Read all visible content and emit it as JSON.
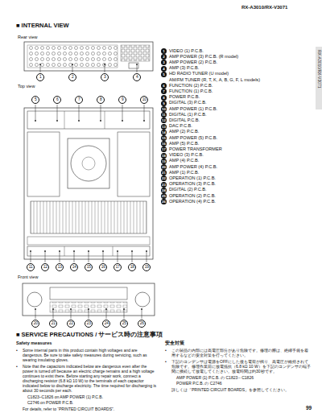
{
  "diagram": {
    "labels": [
      "RX-A3010/RX-V3071",
      "RX-A3010/RX-V3071",
      "■ INTERNAL VIEW",
      "Rear view",
      "Top view",
      "Front view",
      "1",
      "2",
      "3",
      "4",
      "5",
      "6",
      "7",
      "8",
      "9",
      "10",
      "11",
      "12",
      "13",
      "14",
      "15",
      "16",
      "17",
      "18",
      "19",
      "20",
      "21",
      "22",
      "23",
      "24",
      "25",
      "26",
      "1",
      "VIDEO (1) P.C.B.",
      "2",
      "AMP POWER (3) P.C.B. (R model)",
      "3",
      "AMP POWER (2) P.C.B.",
      "4",
      "AMP (3) P.C.B.",
      "5",
      "HD RADIO TUNER (U model)",
      "AM/FM TUNER (R, T, K, A, B, G, F, L models)",
      "6",
      "FUNCTION (2) P.C.B.",
      "7",
      "FUNCTION (1) P.C.B.",
      "8",
      "POWER P.C.B.",
      "9",
      "DIGITAL (3) P.C.B.",
      "10",
      "AMP POWER (1) P.C.B.",
      "11",
      "DIGITAL (1) P.C.B.",
      "12",
      "DIGITAL P.C.B.",
      "13",
      "DAC P.C.B.",
      "14",
      "AMP (2) P.C.B.",
      "15",
      "AMP POWER (5) P.C.B.",
      "16",
      "AMP (5) P.C.B.",
      "17",
      "POWER TRANSFORMER",
      "18",
      "VIDEO (3) P.C.B.",
      "19",
      "AMP (4) P.C.B.",
      "20",
      "AMP POWER (4) P.C.B.",
      "21",
      "AMP (1) P.C.B.",
      "22",
      "OPERATION (1) P.C.B.",
      "23",
      "OPERATION (3) P.C.B.",
      "24",
      "DIGITAL (2) P.C.B.",
      "25",
      "OPERATION (2) P.C.B.",
      "26",
      "OPERATION (4) P.C.B.",
      "■ SERVICE PRECAUTIONS / サービス時の注意事項",
      "Safety measures",
      "安全対策",
      "•",
      "Some internal parts in this product contain high voltages and are dangerous. Be sure to take safety measures during servicing, such as wearing insulating gloves.",
      "•",
      "Note that the capacitors indicated below are dangerous even after the power is turned off because an electric charge remains and a high voltage continues to exist there. Before starting any repair work, connect a discharging resistor (6.8 kΩ 10 W) to the terminals of each capacitor indicated below to discharge electricity. The time required for discharging is about 30 seconds per each.",
      "C1823–C1826 on AMP POWER (1) P.C.B.",
      "C2746 on POWER P.C.B.",
      "For details, refer to “PRINTED CIRCUIT BOARDS”.",
      "•",
      "この製品の内部には高電圧部分があり危険です。修理の際は、絶縁手袋を着用するなどの安全対策を行ってください。",
      "•",
      "下記のコンデンサは電源をOFFにした後も電荷が残り、高電圧が維持されて危険です。修理作業前に放電抵抗（6.8 kΩ 10 W）を下記のコンデンサの端子間に接続して放電してください。放電時間は約30秒です。",
      "AMP POWER (1) P.C.B. の C1823～C1826",
      "POWER P.C.B. の C2746",
      "詳しくは「PRINTED CIRCUIT BOARDS」を参照してください。",
      "99"
    ]
  }
}
